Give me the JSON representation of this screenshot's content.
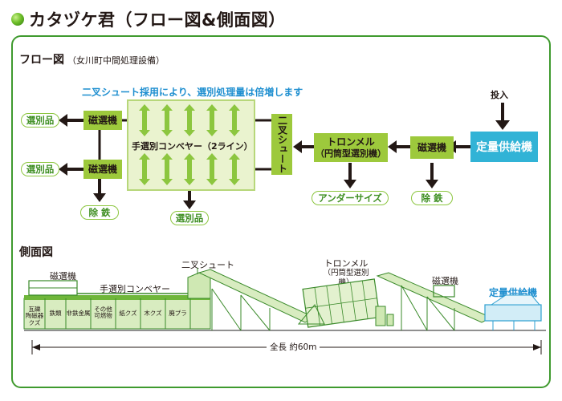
{
  "title": "カタヅケ君（フロー図&側面図）",
  "flow": {
    "heading": "フロー図",
    "subheading": "（女川町中間処理設備）",
    "note": "二叉シュート採用により、選別処理量は倍増します",
    "input_label": "投入",
    "feeder": "定量供給機",
    "magnet_right": "磁選機",
    "trommel_line1": "トロンメル",
    "trommel_line2": "（円筒型選別機）",
    "chute": "二叉シュート",
    "conveyor": "手選別コンベヤー（2ライン）",
    "magnet_left_top": "磁選機",
    "magnet_left_bottom": "磁選機",
    "sorted_top": "選別品",
    "sorted_mid": "選別品",
    "iron_left": "除 鉄",
    "sorted_bottom": "選別品",
    "undersize": "アンダーサイズ",
    "iron_right": "除 鉄"
  },
  "side": {
    "heading": "側面図",
    "magnet_left": "磁選機",
    "conveyor": "手選別コンベヤー",
    "chute": "二叉シュート",
    "trommel_line1": "トロンメル",
    "trommel_line2": "（円筒型選別機）",
    "magnet_right": "磁選機",
    "feeder": "定量供給機",
    "bins": [
      [
        "瓦礫",
        "陶磁器クズ"
      ],
      [
        "鉄類"
      ],
      [
        "非鉄金属"
      ],
      [
        "その他",
        "可燃物"
      ],
      [
        "紙クズ"
      ],
      [
        "木クズ"
      ],
      [
        "廃プラ"
      ]
    ],
    "total_length": "全長 約60m"
  },
  "colors": {
    "green_box": "#9dc93c",
    "feeder_box": "#31b3d6",
    "frame": "#3f9a2e",
    "note_blue": "#1f8fd0"
  }
}
